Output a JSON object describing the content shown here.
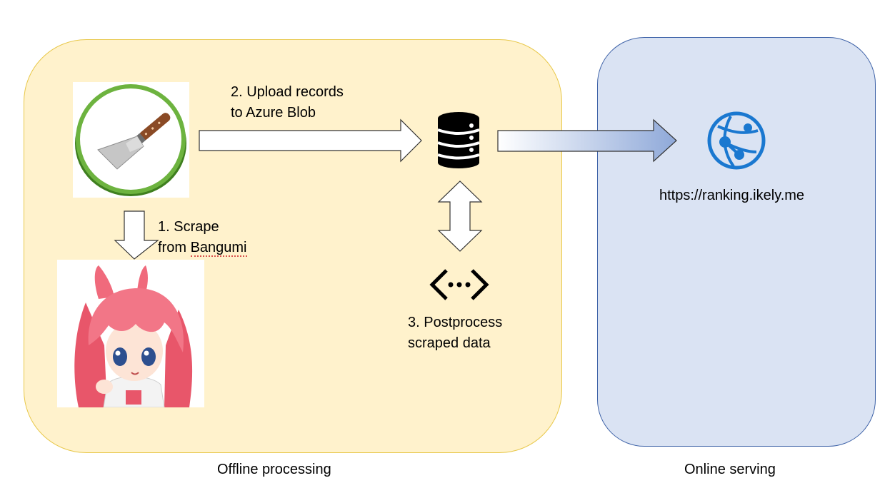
{
  "panels": {
    "offline": {
      "label": "Offline processing",
      "fill": "#fff2cc",
      "border": "#e8c84a"
    },
    "online": {
      "label": "Online serving",
      "fill": "#dae3f3",
      "border": "#3f63a8"
    }
  },
  "steps": {
    "scrape": {
      "line1": "1. Scrape",
      "line2_prefix": "from ",
      "line2_word": "Bangumi"
    },
    "upload": {
      "line1": "2. Upload records",
      "line2": "to Azure Blob"
    },
    "postprocess": {
      "line1": "3. Postprocess",
      "line2": "scraped data"
    }
  },
  "website": {
    "url": "https://ranking.ikely.me",
    "icon": "globe-icon",
    "color": "#1a78d0"
  },
  "icons": {
    "scraper": "spatula-icon",
    "mascot": "anime-mascot-icon",
    "storage": "database-icon",
    "code": "code-icon"
  }
}
